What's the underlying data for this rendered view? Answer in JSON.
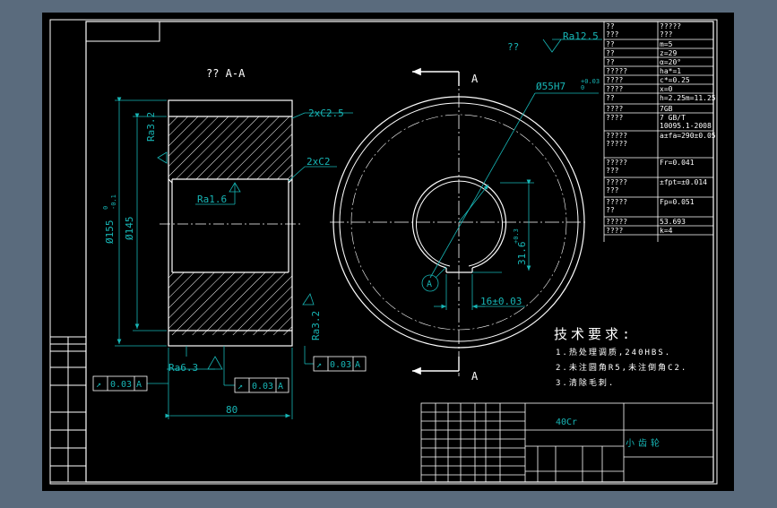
{
  "colors": {
    "window_bg": "#5a6b7d",
    "canvas_bg": "#000000",
    "line_white": "#ffffff",
    "dim_cyan": "#17b6b6",
    "hatch": "#ffffff"
  },
  "section": {
    "title": "?? A-A"
  },
  "roughness": {
    "top_right": "Ra12.5",
    "top_right_prefix": "??",
    "left_top": "Ra3.2",
    "bore": "Ra1.6",
    "lower_right": "Ra3.2",
    "bottom": "Ra6.3"
  },
  "chamfers": {
    "outer": "2xC2.5",
    "inner": "2xC2"
  },
  "dims": {
    "tip_dia": "Ø155",
    "tip_dia_tol_upper": "0",
    "tip_dia_tol_lower": "-0.1",
    "root_dia": "Ø145",
    "width": "80",
    "bore": "Ø55H7",
    "bore_tol_upper": "+0.03",
    "bore_tol_lower": "0",
    "key_depth": "31.6",
    "key_depth_tol": "+0.3",
    "key_width": "16±0.03"
  },
  "tolerance_frames": [
    {
      "symbol": "↗",
      "value": "0.03",
      "datum": "A"
    },
    {
      "symbol": "↗",
      "value": "0.03",
      "datum": "A"
    },
    {
      "symbol": "↗",
      "value": "0.03",
      "datum": "A"
    }
  ],
  "section_marks": {
    "top": "A",
    "bottom": "A",
    "datum_circle": "A"
  },
  "params_table": [
    [
      "??",
      "???",
      "?????",
      "???"
    ],
    [
      "??",
      "",
      "m=5",
      ""
    ],
    [
      "??",
      "",
      "z=29",
      ""
    ],
    [
      "??",
      "",
      "α=20°",
      ""
    ],
    [
      "?????",
      "",
      "ha*=1",
      ""
    ],
    [
      "????",
      "",
      "c*=0.25",
      ""
    ],
    [
      "????",
      "",
      "x=0",
      ""
    ],
    [
      "??",
      "",
      "h=2.25m=11.25",
      ""
    ],
    [
      "????",
      "",
      "7GB",
      ""
    ],
    [
      "????",
      "",
      "7 GB/T",
      "10095.1-2008"
    ],
    [
      "?????",
      "?????",
      "a±fa=290±0.05",
      ""
    ],
    [
      "?????",
      "???",
      "Fr=0.041",
      ""
    ],
    [
      "?????",
      "???",
      "±fpt=±0.014",
      ""
    ],
    [
      "?????",
      "??",
      "Fp=0.051",
      ""
    ],
    [
      "?????",
      "",
      "53.693",
      ""
    ],
    [
      "????",
      "",
      "k=4",
      ""
    ]
  ],
  "tech_req": {
    "title": "技术要求:",
    "items": [
      "1.热处理调质,240HBS.",
      "2.未注圆角R5,未注倒角C2.",
      "3.清除毛刺."
    ]
  },
  "title_block": {
    "material": "40Cr",
    "part_name": "小齿轮"
  }
}
